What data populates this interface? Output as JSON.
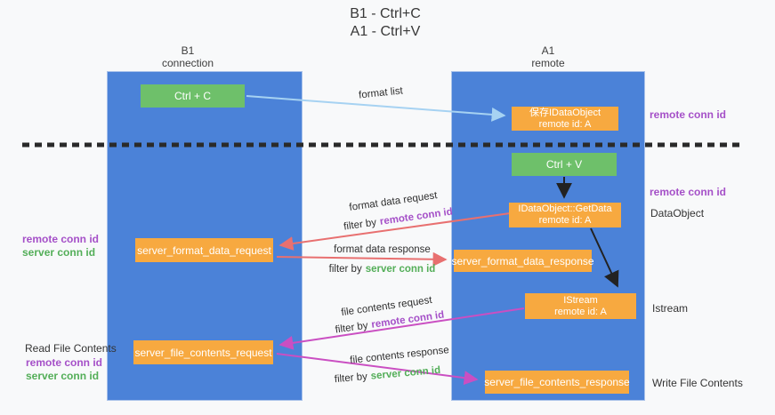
{
  "colors": {
    "background": "#f8f9fa",
    "lane_blue": "#4b82d8",
    "box_orange": "#f7a940",
    "box_green": "#6ec06a",
    "arrow_red": "#e87070",
    "arrow_magenta": "#ca4fc2",
    "arrow_lightblue": "#a6d2f2",
    "arrow_black": "#222222",
    "text_purple": "#a550c8",
    "text_green": "#53ae58"
  },
  "title": {
    "line1": "B1 - Ctrl+C",
    "line2": "A1 - Ctrl+V"
  },
  "lanes": {
    "left": {
      "header_line1": "B1",
      "header_line2": "connection"
    },
    "right": {
      "header_line1": "A1",
      "header_line2": "remote"
    }
  },
  "nodes": {
    "ctrl_c": "Ctrl + C",
    "ctrl_v": "Ctrl + V",
    "save_dataobject_line1": "保存IDataObject",
    "save_dataobject_line2": "remote id: A",
    "getdata_line1": "IDataObject::GetData",
    "getdata_line2": "remote id: A",
    "istream_line1": "IStream",
    "istream_line2": "remote id: A",
    "server_format_data_request": "server_format_data_request",
    "server_format_data_response": "server_format_data_response",
    "server_file_contents_request": "server_file_contents_request",
    "server_file_contents_response": "server_file_contents_response"
  },
  "labels": {
    "remote_conn_id": "remote conn id",
    "server_conn_id": "server conn id",
    "dataobject": "DataObject",
    "istream": "Istream",
    "read_file_contents": "Read File Contents",
    "write_file_contents": "Write File Contents",
    "filter_by": "filter by",
    "format_list": "format list",
    "format_data_request": "format data request",
    "format_data_response": "format data response",
    "file_contents_request": "file contents request",
    "file_contents_response": "file contents response"
  }
}
